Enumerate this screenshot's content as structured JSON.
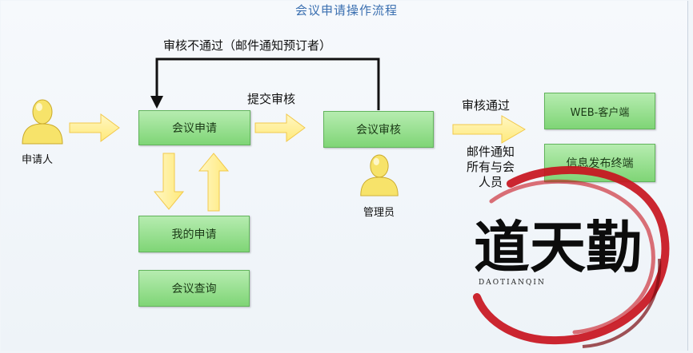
{
  "diagram": {
    "title": "会议申请操作流程",
    "nodes": {
      "apply": "会议申请",
      "review": "会议审核",
      "my_apply": "我的申请",
      "query": "会议查询",
      "web_client": "WEB-客户端",
      "info_terminal": "信息发布终端"
    },
    "actors": {
      "applicant": "申请人",
      "admin": "管理员"
    },
    "edges": {
      "reject": "审核不通过（邮件通知预订者）",
      "submit": "提交审核",
      "approve": "审核通过",
      "notify_lines": [
        "邮件通知",
        "所有与会",
        "人员"
      ]
    },
    "colors": {
      "node_fill": "#8fdc86",
      "node_border": "#62b45c",
      "arrow_fill": "#fff2a8",
      "arrow_stroke": "#f2c94c",
      "person_fill": "#f7e36a",
      "title_color": "#3a6fb0"
    }
  },
  "watermark": {
    "text": "道天勤",
    "subtext": "DAOTIANQIN"
  }
}
